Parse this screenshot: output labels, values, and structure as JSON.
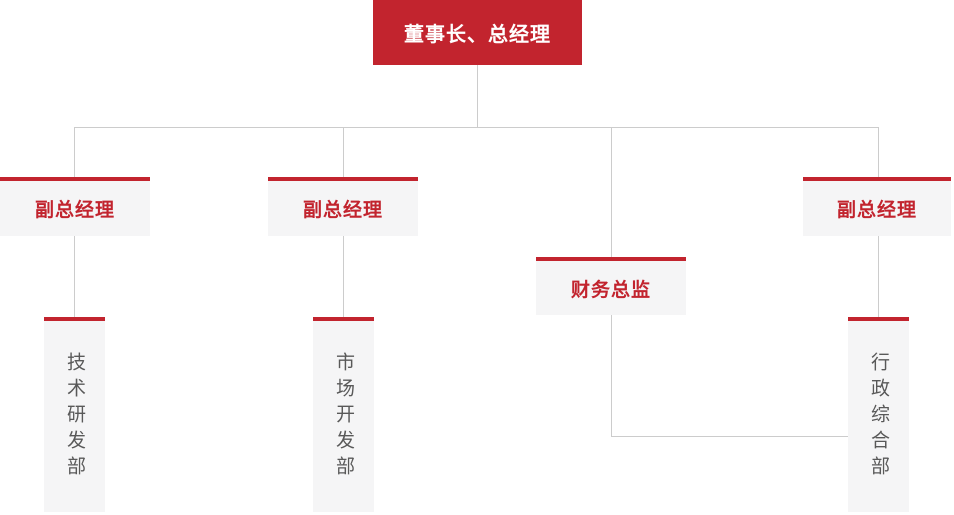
{
  "org_chart": {
    "root": {
      "label": "董事长、总经理"
    },
    "level2": {
      "deputy1": {
        "label": "副总经理"
      },
      "deputy2": {
        "label": "副总经理"
      },
      "finance_director": {
        "label": "财务总监"
      },
      "deputy3": {
        "label": "副总经理"
      }
    },
    "departments": {
      "tech_rd": {
        "label": "技术研发部"
      },
      "market_dev": {
        "label": "市场开发部"
      },
      "admin_general": {
        "label": "行政综合部"
      }
    },
    "colors": {
      "accent_red": "#c2242e",
      "node_background": "#f5f5f6",
      "connector_line": "#cccccc",
      "department_text": "#595959",
      "root_text": "#ffffff"
    }
  }
}
